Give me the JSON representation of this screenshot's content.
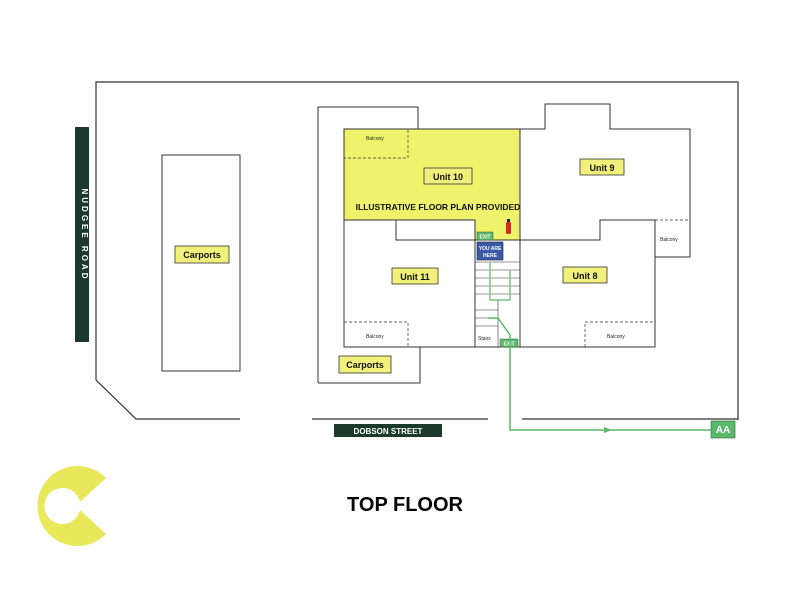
{
  "title": "TOP FLOOR",
  "note": "ILLUSTRATIVE FLOOR PLAN PROVIDED",
  "units": {
    "unit10": "Unit 10",
    "unit9": "Unit 9",
    "unit11": "Unit 11",
    "unit8": "Unit 8"
  },
  "carports": {
    "left": "Carports",
    "bottom": "Carports"
  },
  "balconies": {
    "unit10": "Balcony",
    "unit9": "Balcony",
    "unit11": "Balcony",
    "unit8": "Balcony"
  },
  "stairs": "Stairs",
  "you_are_here": {
    "line1": "YOU ARE",
    "line2": "HERE"
  },
  "exit_signs": {
    "upper": "EXIT",
    "lower": "EXIT"
  },
  "assembly_area": "AA",
  "streets": {
    "nudgee": "NUDGEE ROAD",
    "dobson": "DOBSON STREET"
  },
  "colors": {
    "highlight": "#eef36b",
    "logo": "#e8e85a",
    "street_sign": "#1c3a2a",
    "route": "#5cb86a",
    "label_box": "#f0f07a",
    "you_are_here": "#3a5aa8"
  }
}
